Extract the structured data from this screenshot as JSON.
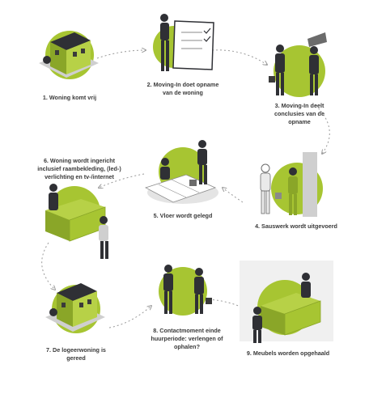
{
  "steps": [
    {
      "label": "1. Woning komt vrij",
      "icon": "house-icon"
    },
    {
      "label": "2. Moving-In doet opname\nvan de woning",
      "icon": "clipboard-inspector-icon"
    },
    {
      "label": "3. Moving-In deelt\nconclusies van de\nopname",
      "icon": "meeting-people-icon"
    },
    {
      "label": "4. Sauswerk wordt uitgevoerd",
      "icon": "painters-icon"
    },
    {
      "label": "5. Vloer wordt gelegd",
      "icon": "floor-layers-icon"
    },
    {
      "label": "6. Woning wordt ingericht\ninclusief raambekleding, (led-)\nverlichting en tv-/internet",
      "icon": "furniture-movers-icon"
    },
    {
      "label": "7. De logeerwoning is\ngereed",
      "icon": "finished-house-icon"
    },
    {
      "label": "8. Contactmoment einde\nhuurperiode: verlengen of\nophalen?",
      "icon": "handshake-people-icon"
    },
    {
      "label": "9. Meubels worden opgehaald",
      "icon": "sofa-pickup-icon"
    }
  ],
  "colors": {
    "accent": "#a7c532",
    "dark": "#2f3035",
    "arrow": "#9a9a9a",
    "text": "#3a3a3a"
  }
}
